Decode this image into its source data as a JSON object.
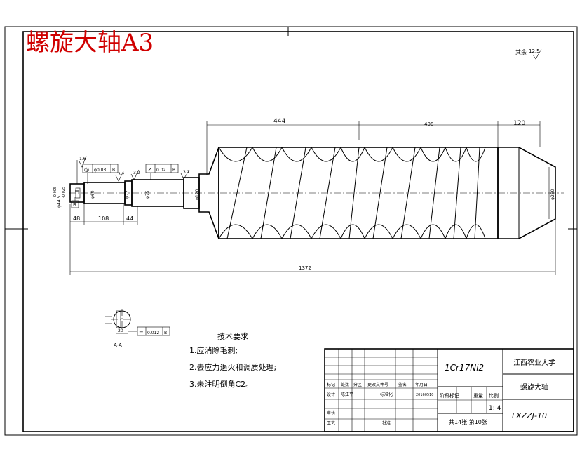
{
  "title": "螺旋大轴A3",
  "roughness_note": "其余",
  "roughness_value": "12.5",
  "dims": {
    "d444": "444",
    "d408": "408",
    "d120": "120",
    "d48": "48",
    "d108": "108",
    "d44": "44",
    "d1372": "1372",
    "phi120": "φ120",
    "phi250": "φ250",
    "phi60": "φ60",
    "phi72": "φ72",
    "phi75": "φ75",
    "phi_left": "φ44.5",
    "phi_left_tol_top": "-0.005",
    "phi_left_tol_bot": "-0.025",
    "r1": "1.6",
    "r2": "3.2",
    "r3": "3.2",
    "r4": "3.2"
  },
  "gdt": [
    {
      "symbol": "◎",
      "value": "φ0.03",
      "datum": "B"
    },
    {
      "symbol": "↗",
      "value": "0.02",
      "datum": "B"
    },
    {
      "symbol": "=",
      "value": "0.012",
      "datum": "B"
    }
  ],
  "section": {
    "label": "A-A",
    "dim": "20"
  },
  "tech": {
    "heading": "技术要求",
    "items": [
      "1.应消除毛刺;",
      "2.去应力退火和调质处理;",
      "3.未注明倒角C2。"
    ]
  },
  "titleblock": {
    "material": "1Cr17Ni2",
    "university": "江西农业大学",
    "part_name": "螺旋大轴",
    "drawing_no": "LXZZJ-10",
    "scale": "1: 4",
    "sheets": "共14张 第10张",
    "row_labels": [
      "标记",
      "处数",
      "分区",
      "更改文件号",
      "签名",
      "年月日"
    ],
    "design": "设计",
    "designer": "陈江平",
    "date": "20160510",
    "standard": "标准化",
    "stage": "阶段标记",
    "weight": "重量",
    "ratio": "比例",
    "review": "审核",
    "craft": "工艺",
    "approve": "批准"
  }
}
